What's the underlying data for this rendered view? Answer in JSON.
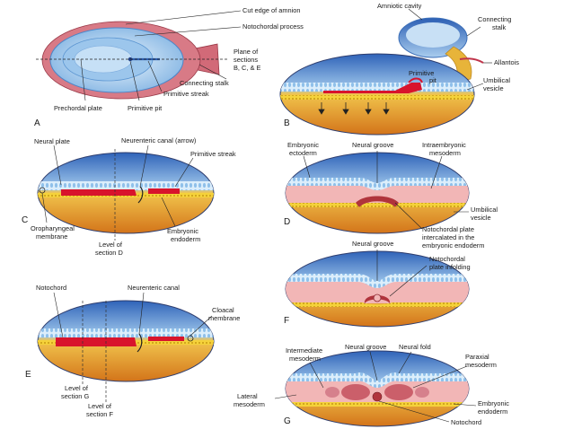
{
  "colors": {
    "ectoderm_blue": "#3f7fd0",
    "amnion_light": "#bcd9f2",
    "yolk_orange": "#e08a1e",
    "mesoderm_pink": "#f2b6b6",
    "notochord_red": "#d8142c",
    "stalk_pink": "#d86a78",
    "endoderm_yellow": "#f2cf3a"
  },
  "panels": {
    "A": {
      "letter": "A",
      "labels": {
        "cut_edge": "Cut edge of amnion",
        "notochordal_process": "Notochordal process",
        "plane_line1": "Plane of",
        "plane_line2": "sections",
        "plane_line3": "B, C, & E",
        "connecting_stalk": "Connecting stalk",
        "primitive_streak": "Primitive streak",
        "prechordal_plate": "Prechordal plate",
        "primitive_pit": "Primitive pit"
      }
    },
    "B": {
      "letter": "B",
      "labels": {
        "amniotic_cavity": "Amniotic cavity",
        "connecting_stalk_line1": "Connecting",
        "connecting_stalk_line2": "stalk",
        "allantois": "Allantois",
        "primitive_pit_line1": "Primitive",
        "primitive_pit_line2": "pit",
        "umbilical_vesicle_line1": "Umbilical",
        "umbilical_vesicle_line2": "vesicle"
      }
    },
    "C": {
      "letter": "C",
      "labels": {
        "neural_plate": "Neural plate",
        "neurenteric_canal": "Neurenteric canal (arrow)",
        "primitive_streak": "Primitive streak",
        "oropharyngeal_line1": "Oropharyngeal",
        "oropharyngeal_line2": "membrane",
        "level_line1": "Level of",
        "level_line2": "section D",
        "embryonic_endoderm_line1": "Embryonic",
        "embryonic_endoderm_line2": "endoderm"
      }
    },
    "D": {
      "letter": "D",
      "labels": {
        "embryonic_ectoderm_line1": "Embryonic",
        "embryonic_ectoderm_line2": "ectoderm",
        "neural_groove": "Neural groove",
        "intraembryonic_line1": "Intraembryonic",
        "intraembryonic_line2": "mesoderm",
        "umbilical_vesicle_line1": "Umbilical",
        "umbilical_vesicle_line2": "vesicle",
        "notochordal_line1": "Notochordal plate",
        "notochordal_line2": "intercalated in the",
        "notochordal_line3": "embryonic endoderm"
      }
    },
    "E": {
      "letter": "E",
      "labels": {
        "notochord": "Notochord",
        "neurenteric_canal": "Neurenteric canal",
        "cloacal_line1": "Cloacal",
        "cloacal_line2": "membrane",
        "level_g_line1": "Level of",
        "level_g_line2": "section G",
        "level_f_line1": "Level of",
        "level_f_line2": "section F"
      }
    },
    "F": {
      "letter": "F",
      "labels": {
        "neural_groove": "Neural groove",
        "notochordal_line1": "Notochordal",
        "notochordal_line2": "plate infolding"
      }
    },
    "G": {
      "letter": "G",
      "labels": {
        "intermediate_line1": "Intermediate",
        "intermediate_line2": "mesoderm",
        "neural_groove": "Neural groove",
        "neural_fold": "Neural fold",
        "paraxial_line1": "Paraxial",
        "paraxial_line2": "mesoderm",
        "lateral_line1": "Lateral",
        "lateral_line2": "mesoderm",
        "embryonic_endoderm_line1": "Embryonic",
        "embryonic_endoderm_line2": "endoderm",
        "notochord": "Notochord"
      }
    }
  }
}
